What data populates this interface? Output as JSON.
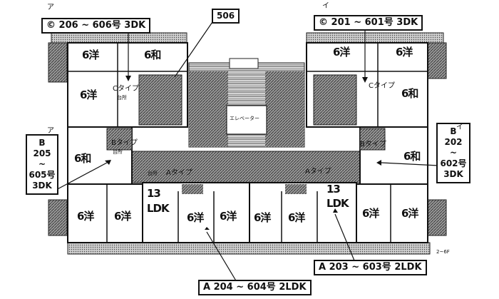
{
  "callouts": {
    "top_left": "© 206 ~ 606号 3DK",
    "top_right": "© 201 ~ 601号 3DK",
    "room_506": "506",
    "left_lines": [
      "B",
      "205",
      "~",
      "605号",
      "3DK"
    ],
    "right_lines": [
      "B",
      "202",
      "~",
      "602号",
      "3DK"
    ],
    "bottom_left": "A 204 ~ 604号 2LDK",
    "bottom_right": "A 203 ~ 603号 2LDK",
    "mark_a_left": "ア",
    "mark_a_right": "イ",
    "mark_b_left": "ア",
    "mark_b_right": "イ"
  },
  "types": {
    "c_left": "Cタイプ",
    "c_right": "Cタイプ",
    "b_left": "Bタイプ",
    "b_right": "Bタイプ",
    "a_left": "Aタイプ",
    "a_right": "Aタイプ"
  },
  "rooms": {
    "tl_6yo": "6洋",
    "tl_6wa": "6和",
    "tl_6yo2": "6洋",
    "tr_6yo": "6洋",
    "tr_6yo2": "6洋",
    "tr_6wa": "6和",
    "ml_6wa": "6和",
    "mr_6wa": "6和",
    "bl_6yo": "6洋",
    "bl_6yo2": "6洋",
    "ldk_left": "13",
    "ldk_left2": "LDK",
    "ldk_right": "13",
    "ldk_right2": "LDK",
    "bc_6yo1": "6洋",
    "bc_6yo2": "6洋",
    "bc_6yo3": "6洋",
    "bc_6yo4": "6洋",
    "br_6yo1": "6洋",
    "br_6yo2": "6洋"
  },
  "kitchens": {
    "k1": "台所",
    "k2": "台所",
    "k3": "台所"
  },
  "elevator": "エレベーター",
  "floor_note": "2~6F"
}
